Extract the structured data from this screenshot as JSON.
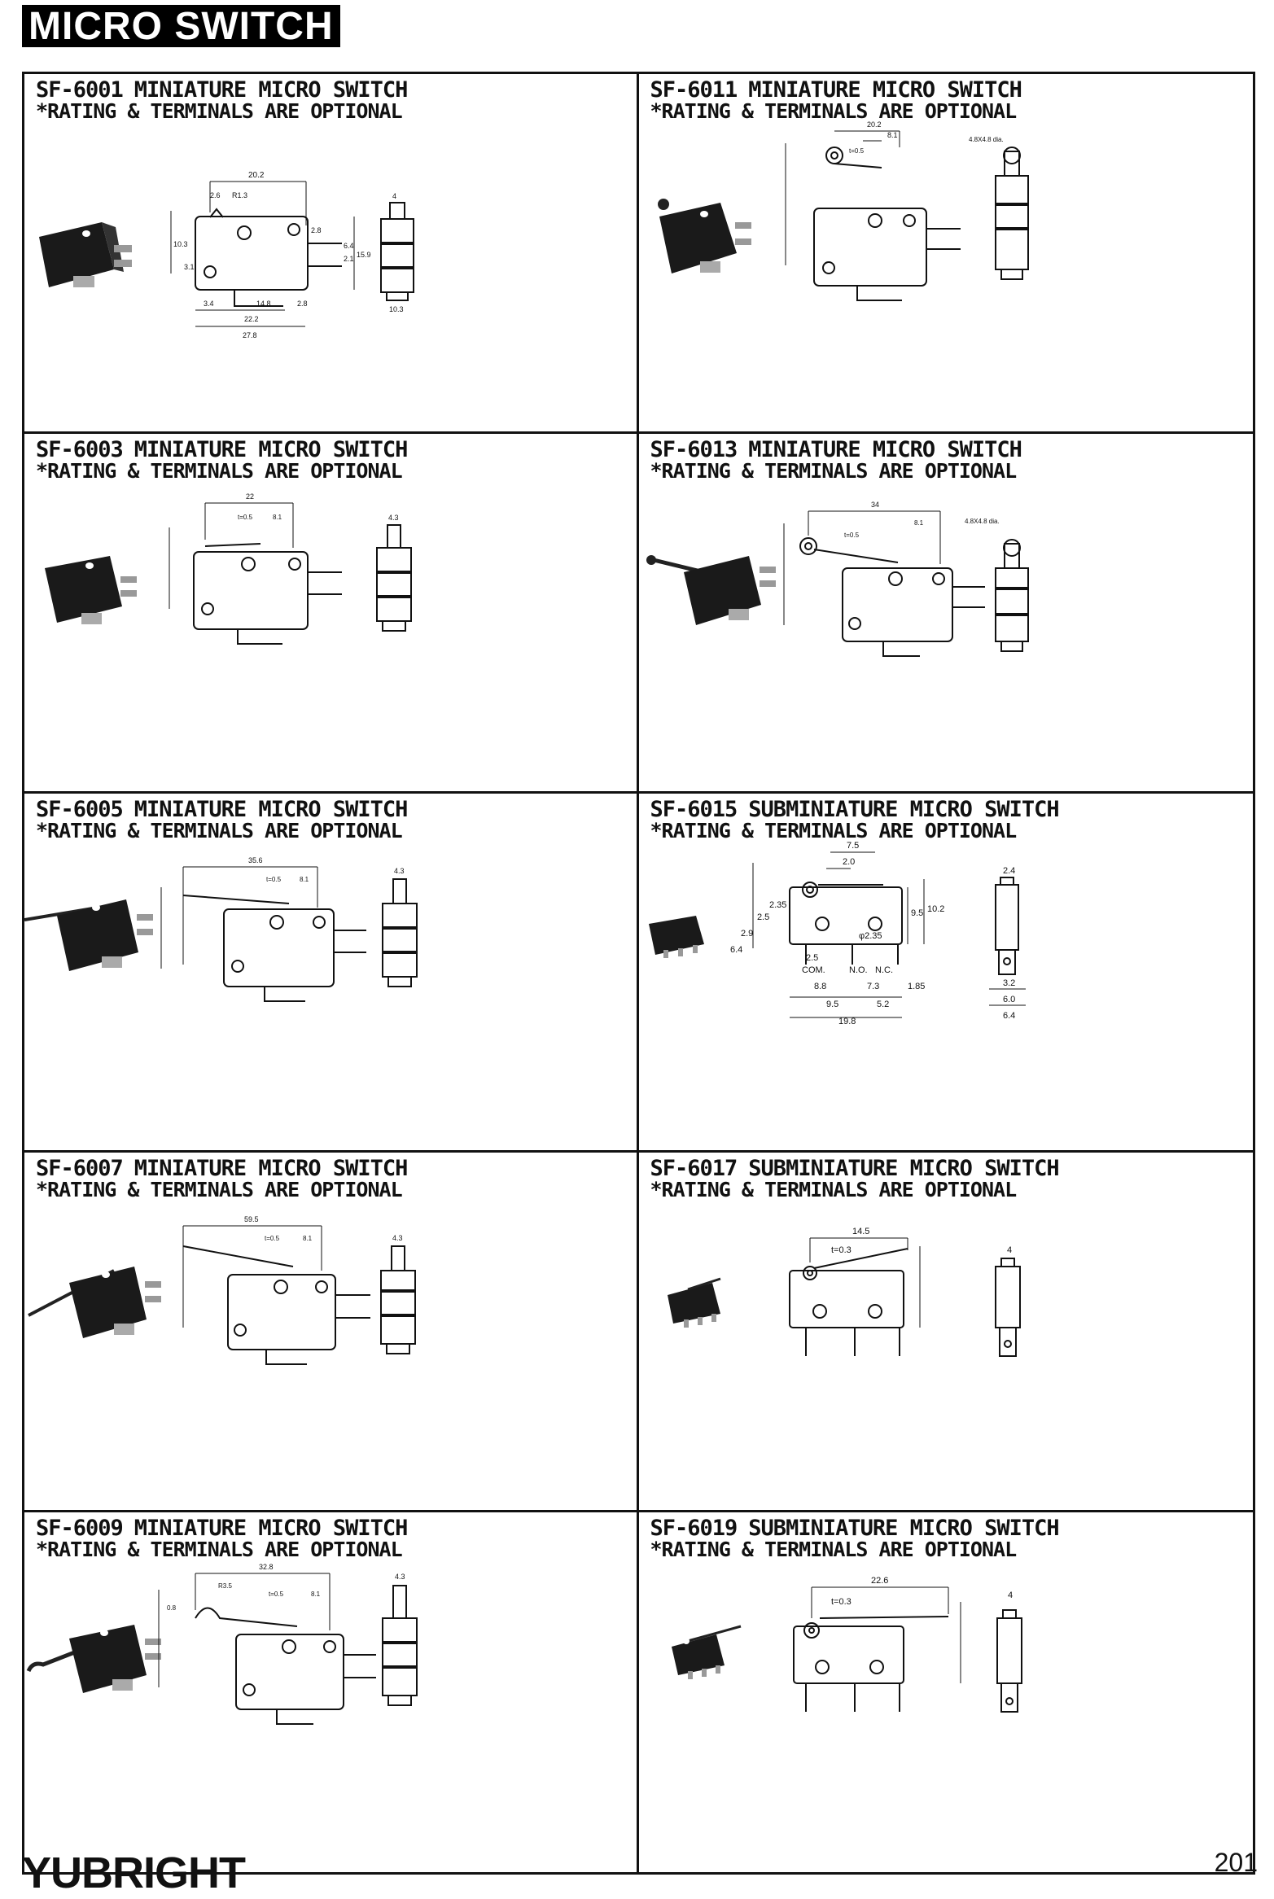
{
  "title": "MICRO SWITCH",
  "footer": {
    "brand": "YUBRIGHT",
    "page_number": "201"
  },
  "products": [
    {
      "code": "SF-6001",
      "name": "MINIATURE MICRO SWITCH",
      "note": "*RATING & TERMINALS ARE OPTIONAL",
      "dims": {
        "width": "20.2",
        "d1": "2.6",
        "radius": "R1.3",
        "d2": "2.8",
        "d3": "10.3",
        "d4": "3.1",
        "d5": "2.1",
        "d6": "6.4",
        "d7": "15.9",
        "d8": "3.4",
        "d9": "14.8",
        "d10": "2.8",
        "d11": "22.2",
        "d12": "27.8",
        "side_top": "4",
        "side_bottom": "10.3"
      }
    },
    {
      "code": "SF-6011",
      "name": "MINIATURE MICRO SWITCH",
      "note": "*RATING & TERMINALS ARE OPTIONAL",
      "dims": {
        "width": "20.2",
        "lever_offset": "8.1",
        "thickness": "t=0.5",
        "roller": "4.8X4.8 dia."
      }
    },
    {
      "code": "SF-6003",
      "name": "MINIATURE MICRO SWITCH",
      "note": "*RATING & TERMINALS ARE OPTIONAL",
      "dims": {
        "width": "22",
        "thickness": "t=0.5",
        "lever_offset": "8.1",
        "side_top": "4.3"
      }
    },
    {
      "code": "SF-6013",
      "name": "MINIATURE MICRO SWITCH",
      "note": "*RATING & TERMINALS ARE OPTIONAL",
      "dims": {
        "width": "34",
        "lever_offset": "8.1",
        "thickness": "t=0.5",
        "roller": "4.8X4.8 dia."
      }
    },
    {
      "code": "SF-6005",
      "name": "MINIATURE MICRO SWITCH",
      "note": "*RATING & TERMINALS ARE OPTIONAL",
      "dims": {
        "width": "35.6",
        "thickness": "t=0.5",
        "lever_offset": "8.1",
        "side_top": "4.3"
      }
    },
    {
      "code": "SF-6015",
      "name": "SUBMINIATURE MICRO SWITCH",
      "note": "*RATING & TERMINALS ARE OPTIONAL",
      "dims": {
        "d_7_5": "7.5",
        "d_2_0": "2.0",
        "d_2_5": "2.5",
        "d_2_35": "2.35",
        "d_2_9": "2.9",
        "hole": "φ2.35",
        "d_6_4": "6.4",
        "d_9_5": "9.5",
        "d_10_2": "10.2",
        "d_2_5b": "2.5",
        "com": "COM.",
        "no": "N.O.",
        "nc": "N.C.",
        "d_8_8": "8.8",
        "d_7_3": "7.3",
        "d_1_85": "1.85",
        "d_9_5b": "9.5",
        "d_5_2": "5.2",
        "d_19_8": "19.8",
        "side_top": "2.4",
        "s_3_2": "3.2",
        "s_6_0": "6.0",
        "s_6_4": "6.4"
      }
    },
    {
      "code": "SF-6007",
      "name": "MINIATURE MICRO SWITCH",
      "note": "*RATING & TERMINALS ARE OPTIONAL",
      "dims": {
        "width": "59.5",
        "thickness": "t=0.5",
        "lever_offset": "8.1",
        "side_top": "4.3"
      }
    },
    {
      "code": "SF-6017",
      "name": "SUBMINIATURE MICRO SWITCH",
      "note": "*RATING & TERMINALS ARE OPTIONAL",
      "dims": {
        "width": "14.5",
        "thickness": "t=0.3",
        "side_top": "4"
      }
    },
    {
      "code": "SF-6009",
      "name": "MINIATURE MICRO SWITCH",
      "note": "*RATING & TERMINALS ARE OPTIONAL",
      "dims": {
        "width": "32.8",
        "radius": "R3.5",
        "thickness": "t=0.5",
        "lever_offset": "8.1",
        "d_0_8": "0.8",
        "side_top": "4.3"
      }
    },
    {
      "code": "SF-6019",
      "name": "SUBMINIATURE MICRO SWITCH",
      "note": "*RATING & TERMINALS ARE OPTIONAL",
      "dims": {
        "width": "22.6",
        "thickness": "t=0.3",
        "side_top": "4"
      }
    }
  ]
}
